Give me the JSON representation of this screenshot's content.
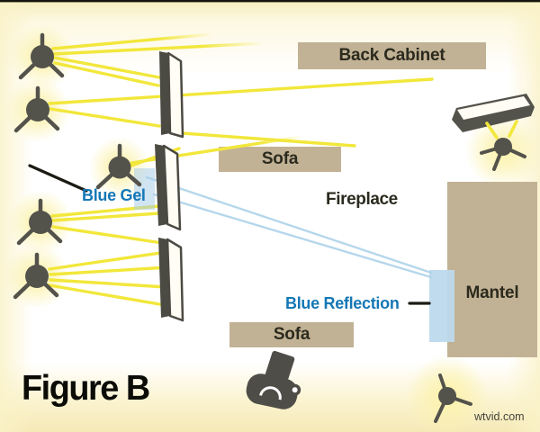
{
  "figure": {
    "title": "Figure B",
    "watermark": "wtvid.com"
  },
  "labels": {
    "back_cabinet": "Back Cabinet",
    "sofa_upper": "Sofa",
    "fireplace": "Fireplace",
    "mantel": "Mantel",
    "sofa_lower": "Sofa",
    "blue_gel": "Blue Gel",
    "blue_reflection": "Blue Reflection"
  },
  "colors": {
    "accent_blue_text": "#1577b5",
    "label_background_tan": "#c2b295",
    "ray_yellow": "#f2e73b",
    "gel_blue": "#a9cde8",
    "reflection_blue": "#bdd9ec",
    "equipment_gray": "#53524b",
    "glow_yellow": "#fbf2b0",
    "background_cream": "#f8efc3"
  }
}
